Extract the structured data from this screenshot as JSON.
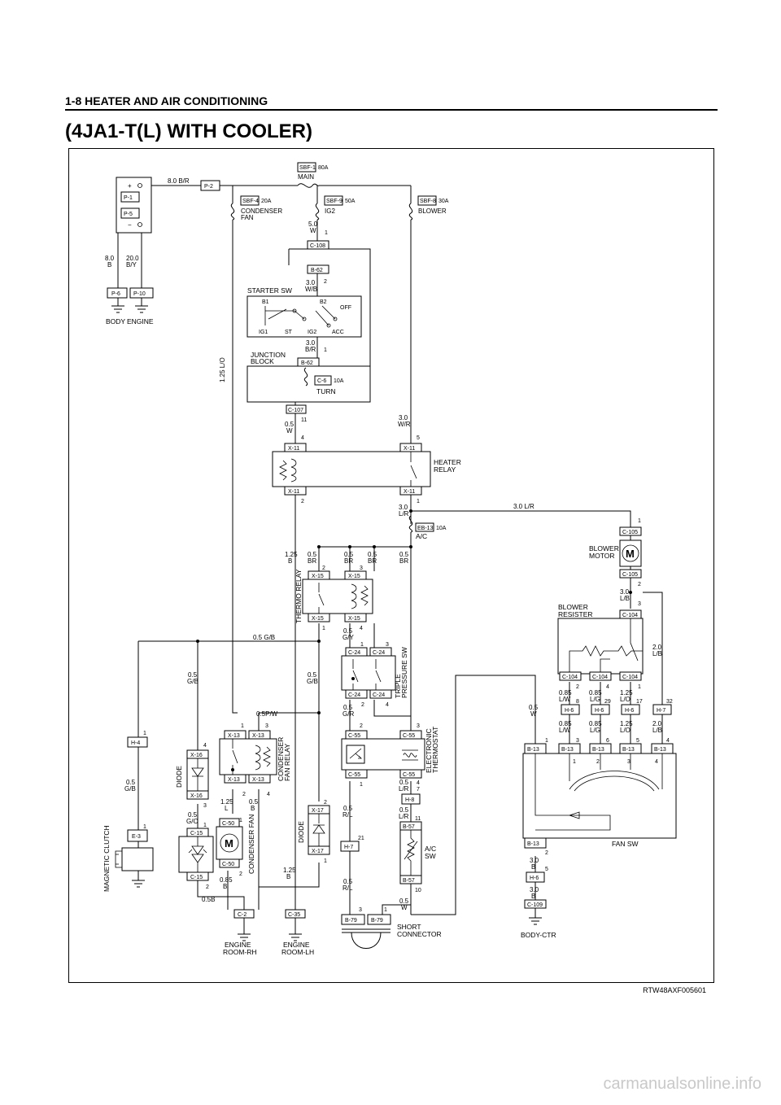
{
  "page": {
    "header": "1-8  HEATER AND AIR CONDITIONING",
    "title": "(4JA1-T(L) WITH COOLER)",
    "figure_id": "RTW48AXF005601",
    "watermark": "carmanualsonline.info"
  },
  "battery": {
    "plus": "+",
    "minus": "−",
    "conn_top": "P-1",
    "conn_bottom": "P-5",
    "wire_main": "8.0 B/R",
    "conn_main": "P-2",
    "wire_left_size": "8.0",
    "wire_left_color": "B",
    "wire_right_size": "20.0",
    "wire_right_color": "B/Y",
    "ground_left": "P-6",
    "ground_right": "P-10",
    "label_left": "BODY",
    "label_right": "ENGINE"
  },
  "fuses": {
    "main": {
      "id": "SBF-1",
      "rating": "80A",
      "name": "MAIN"
    },
    "condenser": {
      "id": "SBF-4",
      "rating": "20A",
      "name1": "CONDENSER",
      "name2": "FAN"
    },
    "ig2": {
      "id": "SBF-9",
      "rating": "50A",
      "name": "IG2"
    },
    "blower": {
      "id": "SBF-8",
      "rating": "30A",
      "name": "BLOWER"
    }
  },
  "ignition": {
    "wire_top_size": "5.0",
    "wire_top_color": "W",
    "pin_top": "1",
    "conn_top": "C-108",
    "conn_b62a": "B-62",
    "wire_mid_size": "3.0",
    "wire_mid_color": "W/B",
    "pin_mid": "2",
    "switch_title": "STARTER SW",
    "b1": "B1",
    "b2": "B2",
    "off": "OFF",
    "ig1": "IG1",
    "st": "ST",
    "ig2": "IG2",
    "acc": "ACC",
    "wire_br_size": "3.0",
    "wire_br_color": "B/R",
    "pin_br": "1",
    "jb1": "JUNCTION",
    "jb2": "BLOCK",
    "conn_b62b": "B-62",
    "fuse_c6": "C-6",
    "fuse_c6_rating": "10A",
    "turn": "TURN",
    "conn_c107": "C-107",
    "pin_11": "11"
  },
  "heater_relay": {
    "name1": "HEATER",
    "name2": "RELAY",
    "conn": "X-11",
    "wire_left_size": "0.5",
    "wire_left_color": "W",
    "pin_4": "4",
    "wire_right_size": "3.0",
    "wire_right_color": "W/R",
    "pin_5": "5",
    "pin_2": "2",
    "pin_1": "1",
    "wire_lo_size": "1.25",
    "wire_lo_color": "L/O",
    "wire_out_size": "3.0",
    "wire_out_color": "L/R",
    "wire_out_right": "3.0 L/R",
    "fuse": "EB-13",
    "fuse_rating": "10A",
    "fuse_name": "A/C"
  },
  "thermo_relay": {
    "name": "THERMO RELAY",
    "conn": "X-15",
    "w1_size": "1.25",
    "w1_color": "B",
    "w2_size": "0.5",
    "w2_color": "BR",
    "w3_size": "0.5",
    "w3_color": "BR",
    "w4_size": "0.5",
    "w4_color": "BR",
    "w5_size": "0.5",
    "w5_color": "BR",
    "pin_2": "2",
    "pin_3": "3",
    "pin_1": "1",
    "pin_4": "4",
    "wire_gy_size": "0.5",
    "wire_gy_color": "G/Y"
  },
  "triple_sw": {
    "name1": "TRIPLE",
    "name2": "PRESSURE SW",
    "conn": "C-24",
    "pin_1": "1",
    "pin_3": "3",
    "pin_2": "2",
    "pin_4": "4",
    "wire_gr_size": "0.5",
    "wire_gr_color": "G/R"
  },
  "wires_gb": {
    "main": "0.5 G/B",
    "left_size": "0.5",
    "left_color": "G/B",
    "mid_size": "0.5",
    "mid_color": "G/B",
    "pw": "0.5P/W"
  },
  "diode1": {
    "name": "DIODE",
    "conn": "X-16",
    "pin_4": "4",
    "pin_3": "3",
    "wire_go_size": "0.5",
    "wire_go_color": "G/O"
  },
  "cond_relay": {
    "name1": "CONDENSER",
    "name2": "FAN RELAY",
    "conn": "X-13",
    "pin_1": "1",
    "pin_3": "3",
    "pin_2": "2",
    "pin_4": "4",
    "wire_l_size": "1.25",
    "wire_l_color": "L",
    "wire_b_size": "0.5",
    "wire_b_color": "B"
  },
  "cond_fan": {
    "name": "CONDENSER FAN",
    "conn": "C-50",
    "m": "M",
    "pin_1": "1",
    "pin_2": "2",
    "wire_size": "0.85",
    "wire_color": "B"
  },
  "clutch": {
    "name": "MAGNETIC CLUTCH",
    "conn_h4": "H-4",
    "pin_1": "1",
    "wire_size": "0.5",
    "wire_color": "G/B",
    "conn_e3": "E-3",
    "pin_e3": "1",
    "conn_c15": "C-15",
    "pin_c15_1": "1",
    "pin_c15_2": "2",
    "wire_05b": "0.5B"
  },
  "diode2": {
    "name": "DIODE",
    "conn": "X-17",
    "pin_2": "2",
    "pin_1": "1",
    "wire_size": "1.25",
    "wire_color": "B"
  },
  "grounds": {
    "c2": "C-2",
    "c35": "C-35",
    "rh1": "ENGINE",
    "rh2": "ROOM-RH",
    "lh1": "ENGINE",
    "lh2": "ROOM-LH"
  },
  "thermostat": {
    "name1": "ELECTRONIC",
    "name2": "THERMOSTAT",
    "conn": "C-55",
    "pin_2": "2",
    "pin_3": "3",
    "pin_1": "1",
    "pin_4": "4",
    "pin_7": "7",
    "wire_lr_size": "0.5",
    "wire_lr_color": "L/R",
    "conn_h8": "H-8",
    "wire_lr2_size": "0.5",
    "wire_lr2_color": "L/R",
    "pin_11": "11",
    "conn_b57": "B-57",
    "sw1": "A/C",
    "sw2": "SW",
    "pin_10": "10",
    "wire_rl_size": "0.5",
    "wire_rl_color": "R/L",
    "pin_21": "21",
    "conn_h7": "H-7",
    "wire_rl2_size": "0.5",
    "wire_rl2_color": "R/L",
    "wire_w_size": "0.5",
    "wire_w_color": "W"
  },
  "short_conn": {
    "name1": "SHORT",
    "name2": "CONNECTOR",
    "conn": "B-79",
    "pin_3": "3",
    "pin_1": "1"
  },
  "blower": {
    "motor1": "BLOWER",
    "motor2": "MOTOR",
    "conn": "C-105",
    "m": "M",
    "pin_1": "1",
    "pin_2": "2",
    "wire_lb_size": "3.0",
    "wire_lb_color": "L/B",
    "pin_3": "3",
    "res1": "BLOWER",
    "res2": "RESISTER",
    "res_conn": "C-104",
    "wire_lb2_size": "2.0",
    "wire_lb2_color": "L/B",
    "pin_r2": "2",
    "pin_r4": "4",
    "pin_r1": "1",
    "w_a_size": "0.85",
    "w_a_color": "L/W",
    "w_b_size": "0.85",
    "w_b_color": "L/G",
    "w_c_size": "1.25",
    "w_c_color": "L/O",
    "h6": "H-6",
    "h7": "H-7",
    "pin_8": "8",
    "pin_29": "29",
    "pin_17": "17",
    "pin_32": "32",
    "w_d_size": "0.5",
    "w_d_color": "W",
    "w_e_size": "0.85",
    "w_e_color": "L/W",
    "w_f_size": "0.85",
    "w_f_color": "L/G",
    "w_g_size": "1.25",
    "w_g_color": "L/O",
    "w_h_size": "2.0",
    "w_h_color": "L/B",
    "b13": "B-13",
    "pins_b13": [
      "1",
      "3",
      "6",
      "5",
      "4"
    ],
    "sw_pins": [
      "1",
      "2",
      "3",
      "4"
    ],
    "fan_sw": "FAN SW",
    "pin_b13_2": "2",
    "wire_b_size": "3.0",
    "wire_b_color": "B",
    "h6b": "H-6",
    "pin_5": "5",
    "wire_b2_size": "3.0",
    "wire_b2_color": "B",
    "c109": "C-109",
    "body_ctr": "BODY-CTR"
  }
}
